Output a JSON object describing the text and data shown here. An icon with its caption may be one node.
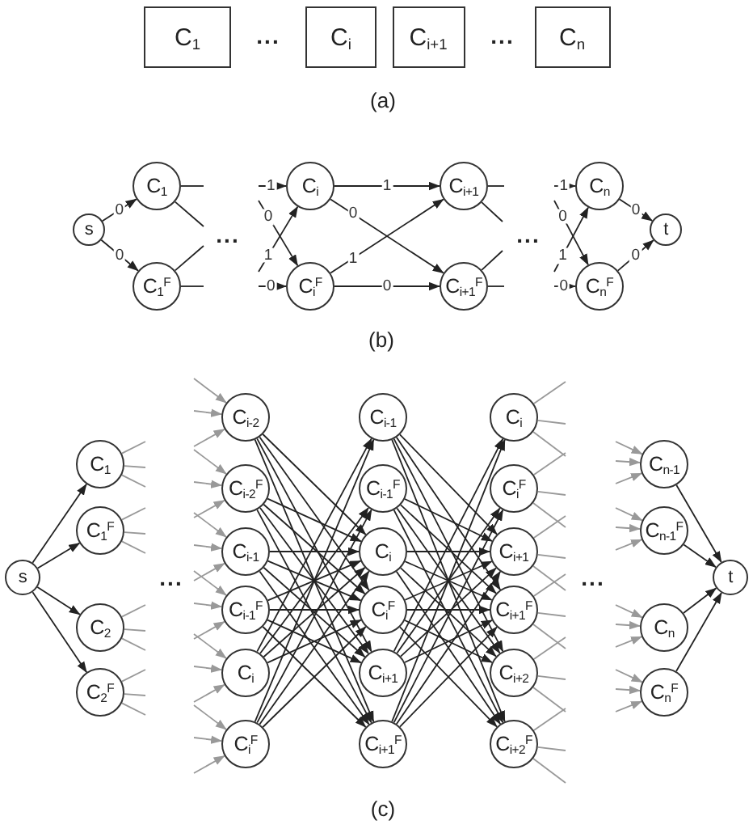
{
  "diagram": {
    "nodes": [
      {
        "text": [
          "C$_{1}$"
        ]
      },
      {
        "text": [
          "C$_{i}$"
        ]
      },
      {
        "text": [
          "C$_{i+1}$"
        ]
      },
      {
        "text": [
          "C$_{n}$"
        ]
      },
      {
        "text": [
          "s"
        ]
      },
      {
        "text": [
          "C$_{1}$"
        ]
      },
      {
        "text": [
          "C$_{1}$$^{F}$"
        ]
      },
      {
        "text": [
          "C$_{i}$"
        ]
      },
      {
        "text": [
          "C$_{i}$$^{F}$"
        ]
      },
      {
        "text": [
          "C$_{i+1}$"
        ]
      },
      {
        "text": [
          "C$_{i+1}$$^{F}$"
        ]
      },
      {
        "text": [
          "C$_{n}$"
        ]
      },
      {
        "text": [
          "C$_{n}$$^{F}$"
        ]
      },
      {
        "text": [
          "t"
        ]
      },
      {
        "text": [
          "s"
        ]
      },
      {
        "text": [
          "C$_{1}$"
        ]
      },
      {
        "text": [
          "C$_{1}$$^{F}$"
        ]
      },
      {
        "text": [
          "C$_{2}$"
        ]
      },
      {
        "text": [
          "C$_{2}$$^{F}$"
        ]
      },
      {
        "text": [
          "C$_{i-2}$"
        ]
      },
      {
        "text": [
          "C$_{i-2}$$^{F}$"
        ]
      },
      {
        "text": [
          "C$_{i-1}$"
        ]
      },
      {
        "text": [
          "C$_{i-1}$$^{F}$"
        ]
      },
      {
        "text": [
          "C$_{i}$"
        ]
      },
      {
        "text": [
          "C$_{i}$$^{F}$"
        ]
      },
      {
        "text": [
          "C$_{i-1}$"
        ]
      },
      {
        "text": [
          "C$_{i-1}$$^{F}$"
        ]
      },
      {
        "text": [
          "C$_{i}$"
        ]
      },
      {
        "text": [
          "C$_{i}$$^{F}$"
        ]
      },
      {
        "text": [
          "C$_{i+1}$"
        ]
      },
      {
        "text": [
          "C$_{i+1}$$^{F}$"
        ]
      },
      {
        "text": [
          "C$_{i}$"
        ]
      },
      {
        "text": [
          "C$_{i}$$^{F}$"
        ]
      },
      {
        "text": [
          "C$_{i+1}$"
        ]
      },
      {
        "text": [
          "C$_{i+1}$$^{F}$"
        ]
      },
      {
        "text": [
          "C$_{i+2}$"
        ]
      },
      {
        "text": [
          "C$_{i+2}$$^{F}$"
        ]
      },
      {
        "text": [
          "C$_{n-1}$"
        ]
      },
      {
        "text": [
          "C$_{n-1}$$^{F}$"
        ]
      },
      {
        "text": [
          "C$_{n}$"
        ]
      },
      {
        "text": [
          "C$_{n}$$^{F}$"
        ]
      },
      {
        "text": [
          "t"
        ]
      }
    ],
    "edges": [
      {
        "from": 4,
        "to": 5,
        "arrow": "to",
        "label": "0"
      },
      {
        "from": 4,
        "to": 6,
        "arrow": "to",
        "label": "0"
      },
      {
        "from": 5,
        "to": null,
        "arrow": "none"
      },
      {
        "from": 5,
        "to": null,
        "arrow": "none"
      },
      {
        "from": 6,
        "to": null,
        "arrow": "none"
      },
      {
        "from": 6,
        "to": null,
        "arrow": "none"
      },
      {
        "from": null,
        "to": 7,
        "arrow": "to",
        "label": "1"
      },
      {
        "from": null,
        "to": 8,
        "arrow": "to",
        "label": "0"
      },
      {
        "from": null,
        "to": 7,
        "arrow": "to",
        "label": "1"
      },
      {
        "from": null,
        "to": 8,
        "arrow": "to",
        "label": "0"
      },
      {
        "from": 7,
        "to": 9,
        "arrow": "to",
        "label": "1"
      },
      {
        "from": 7,
        "to": 10,
        "arrow": "to",
        "label": "0"
      },
      {
        "from": 8,
        "to": 9,
        "arrow": "to",
        "label": "1"
      },
      {
        "from": 8,
        "to": 10,
        "arrow": "to",
        "label": "0"
      },
      {
        "from": 9,
        "to": null,
        "arrow": "none"
      },
      {
        "from": 9,
        "to": null,
        "arrow": "none"
      },
      {
        "from": 10,
        "to": null,
        "arrow": "none"
      },
      {
        "from": 10,
        "to": null,
        "arrow": "none"
      },
      {
        "from": null,
        "to": 11,
        "arrow": "to",
        "label": "1"
      },
      {
        "from": null,
        "to": 12,
        "arrow": "to",
        "label": "0"
      },
      {
        "from": null,
        "to": 11,
        "arrow": "to",
        "label": "1"
      },
      {
        "from": null,
        "to": 12,
        "arrow": "to",
        "label": "0"
      },
      {
        "from": 11,
        "to": 13,
        "arrow": "to",
        "label": "0"
      },
      {
        "from": 12,
        "to": 13,
        "arrow": "to",
        "label": "0"
      },
      {
        "from": 14,
        "to": 15,
        "arrow": "to"
      },
      {
        "from": 14,
        "to": 16,
        "arrow": "to"
      },
      {
        "from": 14,
        "to": 17,
        "arrow": "to"
      },
      {
        "from": 14,
        "to": 18,
        "arrow": "to"
      },
      {
        "from": 15,
        "to": null,
        "arrow": "none",
        "color": "#999999"
      },
      {
        "from": 15,
        "to": null,
        "arrow": "none",
        "color": "#999999"
      },
      {
        "from": 15,
        "to": null,
        "arrow": "none",
        "color": "#999999"
      },
      {
        "from": 16,
        "to": null,
        "arrow": "none",
        "color": "#999999"
      },
      {
        "from": 16,
        "to": null,
        "arrow": "none",
        "color": "#999999"
      },
      {
        "from": 16,
        "to": null,
        "arrow": "none",
        "color": "#999999"
      },
      {
        "from": 17,
        "to": null,
        "arrow": "none",
        "color": "#999999"
      },
      {
        "from": 17,
        "to": null,
        "arrow": "none",
        "color": "#999999"
      },
      {
        "from": 17,
        "to": null,
        "arrow": "none",
        "color": "#999999"
      },
      {
        "from": 18,
        "to": null,
        "arrow": "none",
        "color": "#999999"
      },
      {
        "from": 18,
        "to": null,
        "arrow": "none",
        "color": "#999999"
      },
      {
        "from": 18,
        "to": null,
        "arrow": "none",
        "color": "#999999"
      },
      {
        "from": null,
        "to": 19,
        "arrow": "to",
        "color": "#999999"
      },
      {
        "from": null,
        "to": 19,
        "arrow": "to",
        "color": "#999999"
      },
      {
        "from": null,
        "to": 19,
        "arrow": "to",
        "color": "#999999"
      },
      {
        "from": null,
        "to": 20,
        "arrow": "to",
        "color": "#999999"
      },
      {
        "from": null,
        "to": 20,
        "arrow": "to",
        "color": "#999999"
      },
      {
        "from": null,
        "to": 20,
        "arrow": "to",
        "color": "#999999"
      },
      {
        "from": null,
        "to": 21,
        "arrow": "to",
        "color": "#999999"
      },
      {
        "from": null,
        "to": 21,
        "arrow": "to",
        "color": "#999999"
      },
      {
        "from": null,
        "to": 21,
        "arrow": "to",
        "color": "#999999"
      },
      {
        "from": null,
        "to": 22,
        "arrow": "to",
        "color": "#999999"
      },
      {
        "from": null,
        "to": 22,
        "arrow": "to",
        "color": "#999999"
      },
      {
        "from": null,
        "to": 22,
        "arrow": "to",
        "color": "#999999"
      },
      {
        "from": null,
        "to": 23,
        "arrow": "to",
        "color": "#999999"
      },
      {
        "from": null,
        "to": 23,
        "arrow": "to",
        "color": "#999999"
      },
      {
        "from": null,
        "to": 23,
        "arrow": "to",
        "color": "#999999"
      },
      {
        "from": null,
        "to": 24,
        "arrow": "to",
        "color": "#999999"
      },
      {
        "from": null,
        "to": 24,
        "arrow": "to",
        "color": "#999999"
      },
      {
        "from": null,
        "to": 24,
        "arrow": "to",
        "color": "#999999"
      },
      {
        "from": 19,
        "to": 27,
        "arrow": "to"
      },
      {
        "from": 19,
        "to": 28,
        "arrow": "to"
      },
      {
        "from": 19,
        "to": 29,
        "arrow": "to"
      },
      {
        "from": 19,
        "to": 30,
        "arrow": "to"
      },
      {
        "from": 20,
        "to": 27,
        "arrow": "to"
      },
      {
        "from": 20,
        "to": 28,
        "arrow": "to"
      },
      {
        "from": 20,
        "to": 29,
        "arrow": "to"
      },
      {
        "from": 20,
        "to": 30,
        "arrow": "to"
      },
      {
        "from": 21,
        "to": 27,
        "arrow": "to"
      },
      {
        "from": 21,
        "to": 28,
        "arrow": "to"
      },
      {
        "from": 21,
        "to": 29,
        "arrow": "to"
      },
      {
        "from": 21,
        "to": 30,
        "arrow": "to"
      },
      {
        "from": 22,
        "to": 27,
        "arrow": "to"
      },
      {
        "from": 22,
        "to": 28,
        "arrow": "to"
      },
      {
        "from": 22,
        "to": 29,
        "arrow": "to"
      },
      {
        "from": 22,
        "to": 30,
        "arrow": "to"
      },
      {
        "from": 23,
        "to": 25,
        "arrow": "to"
      },
      {
        "from": 23,
        "to": 26,
        "arrow": "to"
      },
      {
        "from": 23,
        "to": 27,
        "arrow": "to"
      },
      {
        "from": 23,
        "to": 28,
        "arrow": "to"
      },
      {
        "from": 24,
        "to": 25,
        "arrow": "to"
      },
      {
        "from": 24,
        "to": 26,
        "arrow": "to"
      },
      {
        "from": 24,
        "to": 27,
        "arrow": "to"
      },
      {
        "from": 24,
        "to": 28,
        "arrow": "to"
      },
      {
        "from": 25,
        "to": 33,
        "arrow": "to"
      },
      {
        "from": 25,
        "to": 34,
        "arrow": "to"
      },
      {
        "from": 25,
        "to": 35,
        "arrow": "to"
      },
      {
        "from": 25,
        "to": 36,
        "arrow": "to"
      },
      {
        "from": 26,
        "to": 33,
        "arrow": "to"
      },
      {
        "from": 26,
        "to": 34,
        "arrow": "to"
      },
      {
        "from": 26,
        "to": 35,
        "arrow": "to"
      },
      {
        "from": 26,
        "to": 36,
        "arrow": "to"
      },
      {
        "from": 27,
        "to": 33,
        "arrow": "to"
      },
      {
        "from": 27,
        "to": 34,
        "arrow": "to"
      },
      {
        "from": 27,
        "to": 35,
        "arrow": "to"
      },
      {
        "from": 27,
        "to": 36,
        "arrow": "to"
      },
      {
        "from": 28,
        "to": 33,
        "arrow": "to"
      },
      {
        "from": 28,
        "to": 34,
        "arrow": "to"
      },
      {
        "from": 28,
        "to": 35,
        "arrow": "to"
      },
      {
        "from": 28,
        "to": 36,
        "arrow": "to"
      },
      {
        "from": 29,
        "to": 31,
        "arrow": "to"
      },
      {
        "from": 29,
        "to": 32,
        "arrow": "to"
      },
      {
        "from": 29,
        "to": 33,
        "arrow": "to"
      },
      {
        "from": 29,
        "to": 34,
        "arrow": "to"
      },
      {
        "from": 30,
        "to": 31,
        "arrow": "to"
      },
      {
        "from": 30,
        "to": 32,
        "arrow": "to"
      },
      {
        "from": 30,
        "to": 33,
        "arrow": "to"
      },
      {
        "from": 30,
        "to": 34,
        "arrow": "to"
      },
      {
        "from": 31,
        "to": null,
        "arrow": "none",
        "color": "#999999"
      },
      {
        "from": 31,
        "to": null,
        "arrow": "none",
        "color": "#999999"
      },
      {
        "from": 31,
        "to": null,
        "arrow": "none",
        "color": "#999999"
      },
      {
        "from": 32,
        "to": null,
        "arrow": "none",
        "color": "#999999"
      },
      {
        "from": 32,
        "to": null,
        "arrow": "none",
        "color": "#999999"
      },
      {
        "from": 32,
        "to": null,
        "arrow": "none",
        "color": "#999999"
      },
      {
        "from": 33,
        "to": null,
        "arrow": "none",
        "color": "#999999"
      },
      {
        "from": 33,
        "to": null,
        "arrow": "none",
        "color": "#999999"
      },
      {
        "from": 33,
        "to": null,
        "arrow": "none",
        "color": "#999999"
      },
      {
        "from": 34,
        "to": null,
        "arrow": "none",
        "color": "#999999"
      },
      {
        "from": 34,
        "to": null,
        "arrow": "none",
        "color": "#999999"
      },
      {
        "from": 34,
        "to": null,
        "arrow": "none",
        "color": "#999999"
      },
      {
        "from": 35,
        "to": null,
        "arrow": "none",
        "color": "#999999"
      },
      {
        "from": 35,
        "to": null,
        "arrow": "none",
        "color": "#999999"
      },
      {
        "from": 35,
        "to": null,
        "arrow": "none",
        "color": "#999999"
      },
      {
        "from": 36,
        "to": null,
        "arrow": "none",
        "color": "#999999"
      },
      {
        "from": 36,
        "to": null,
        "arrow": "none",
        "color": "#999999"
      },
      {
        "from": 36,
        "to": null,
        "arrow": "none",
        "color": "#999999"
      },
      {
        "from": null,
        "to": 37,
        "arrow": "to",
        "color": "#999999"
      },
      {
        "from": null,
        "to": 37,
        "arrow": "to",
        "color": "#999999"
      },
      {
        "from": null,
        "to": 37,
        "arrow": "to",
        "color": "#999999"
      },
      {
        "from": null,
        "to": 38,
        "arrow": "to",
        "color": "#999999"
      },
      {
        "from": null,
        "to": 38,
        "arrow": "to",
        "color": "#999999"
      },
      {
        "from": null,
        "to": 38,
        "arrow": "to",
        "color": "#999999"
      },
      {
        "from": null,
        "to": 39,
        "arrow": "to",
        "color": "#999999"
      },
      {
        "from": null,
        "to": 39,
        "arrow": "to",
        "color": "#999999"
      },
      {
        "from": null,
        "to": 39,
        "arrow": "to",
        "color": "#999999"
      },
      {
        "from": null,
        "to": 40,
        "arrow": "to",
        "color": "#999999"
      },
      {
        "from": null,
        "to": 40,
        "arrow": "to",
        "color": "#999999"
      },
      {
        "from": null,
        "to": 40,
        "arrow": "to",
        "color": "#999999"
      },
      {
        "from": 37,
        "to": 41,
        "arrow": "to"
      },
      {
        "from": 38,
        "to": 41,
        "arrow": "to"
      },
      {
        "from": 39,
        "to": 41,
        "arrow": "to"
      },
      {
        "from": 40,
        "to": 41,
        "arrow": "to"
      }
    ],
    "labels": [
      "...",
      "...",
      "(a)",
      "...",
      "...",
      "(b)",
      "...",
      "...",
      "(c)"
    ]
  }
}
